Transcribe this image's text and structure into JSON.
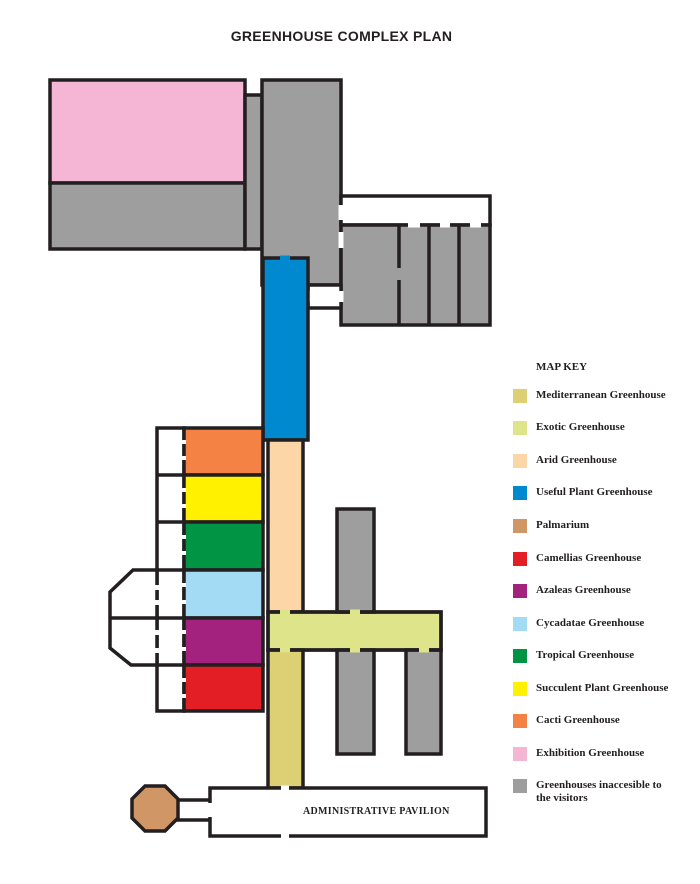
{
  "title": "GREENHOUSE COMPLEX PLAN",
  "admin_label": "ADMINISTRATIVE PAVILION",
  "key": {
    "title": "MAP KEY",
    "items": [
      {
        "label": "Mediterranean Greenhouse",
        "color": "#ddcf73"
      },
      {
        "label": "Exotic Greenhouse",
        "color": "#dde48a"
      },
      {
        "label": "Arid Greenhouse",
        "color": "#fcd6a6"
      },
      {
        "label": "Useful Plant Greenhouse",
        "color": "#0089cf"
      },
      {
        "label": "Palmarium",
        "color": "#d19666"
      },
      {
        "label": "Camellias Greenhouse",
        "color": "#e31e25"
      },
      {
        "label": "Azaleas Greenhouse",
        "color": "#a3227d"
      },
      {
        "label": "Cycadatae Greenhouse",
        "color": "#a3daf4"
      },
      {
        "label": "Tropical Greenhouse",
        "color": "#009444"
      },
      {
        "label": "Succulent Plant Greenhouse",
        "color": "#fff100"
      },
      {
        "label": "Cacti Greenhouse",
        "color": "#f48245"
      },
      {
        "label": "Exhibition Greenhouse",
        "color": "#f5b5d5"
      },
      {
        "label": "Greenhouses inaccesible to the visitors",
        "color": "#9e9e9e"
      }
    ]
  }
}
